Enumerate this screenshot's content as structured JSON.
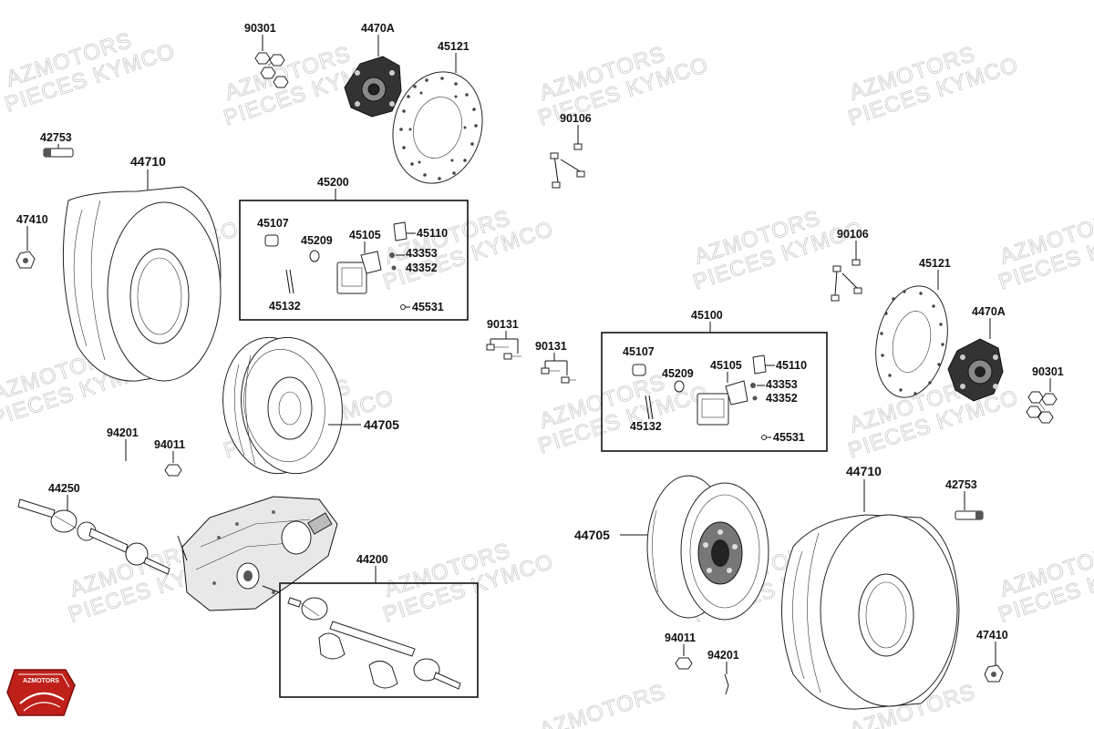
{
  "watermark": {
    "line1": "AZMOTORS",
    "line2": "PIECES KYMCO"
  },
  "logo": {
    "text": "AZMOTORS",
    "color": "#c0201a"
  },
  "parts": {
    "p90301_top": "90301",
    "p4470A_top": "4470A",
    "p45121_top": "45121",
    "p90106_top": "90106",
    "p42753_left": "42753",
    "p44710_left": "44710",
    "p47410_left": "47410",
    "p45200": "45200",
    "p45107_a": "45107",
    "p45209_a": "45209",
    "p45105_a": "45105",
    "p45110_a": "45110",
    "p43353_a": "43353",
    "p43352_a": "43352",
    "p45132_a": "45132",
    "p45531_a": "45531",
    "p44705_left": "44705",
    "p94201_left": "94201",
    "p94011_left": "94011",
    "p44250": "44250",
    "p44200": "44200",
    "p90131_a": "90131",
    "p90131_b": "90131",
    "p45100": "45100",
    "p45107_b": "45107",
    "p45209_b": "45209",
    "p45105_b": "45105",
    "p45110_b": "45110",
    "p43353_b": "43353",
    "p43352_b": "43352",
    "p45132_b": "45132",
    "p45531_b": "45531",
    "p90106_right": "90106",
    "p45121_right": "45121",
    "p4470A_right": "4470A",
    "p90301_right": "90301",
    "p44710_right": "44710",
    "p42753_right": "42753",
    "p44705_right": "44705",
    "p94011_right": "94011",
    "p94201_right": "94201",
    "p47410_right": "47410"
  }
}
